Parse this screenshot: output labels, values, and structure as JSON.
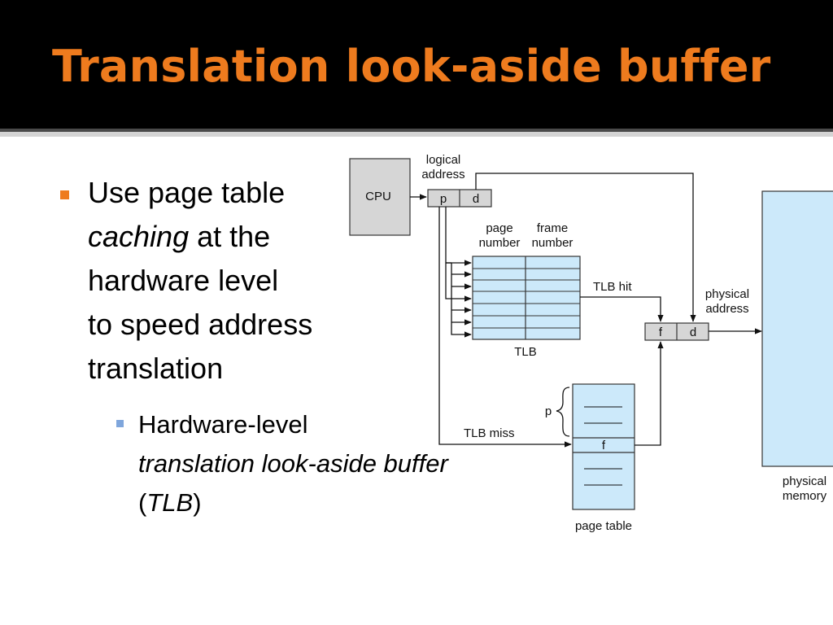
{
  "slide": {
    "title": "Translation look-aside buffer",
    "bullet1": {
      "line1": "Use page table",
      "line2_italic": "caching",
      "line2_rest": " at the",
      "line3": "hardware level",
      "line4": "to speed address",
      "line5": "translation"
    },
    "bullet2": {
      "line1": "Hardware-level",
      "line2_italic": "translation look-aside buffer",
      "line3_open": "(",
      "line3_italic": "TLB",
      "line3_close": ")"
    }
  },
  "diagram": {
    "cpu_label": "CPU",
    "logical_address_line1": "logical",
    "logical_address_line2": "address",
    "p_label": "p",
    "d_label": "d",
    "page_number_line1": "page",
    "page_number_line2": "number",
    "frame_number_line1": "frame",
    "frame_number_line2": "number",
    "tlb_label": "TLB",
    "tlb_hit_label": "TLB hit",
    "tlb_miss_label": "TLB miss",
    "physical_address_line1": "physical",
    "physical_address_line2": "address",
    "f_label": "f",
    "f_label_physical": "f",
    "d_label_physical": "d",
    "page_table_label": "page table",
    "page_table_p_label": "p",
    "page_table_f_label": "f",
    "physical_memory_line1": "physical",
    "physical_memory_line2": "memory",
    "colors": {
      "cpu_fill": "#d6d6d6",
      "table_fill": "#cce9fa",
      "memory_fill": "#cce9fa"
    }
  }
}
